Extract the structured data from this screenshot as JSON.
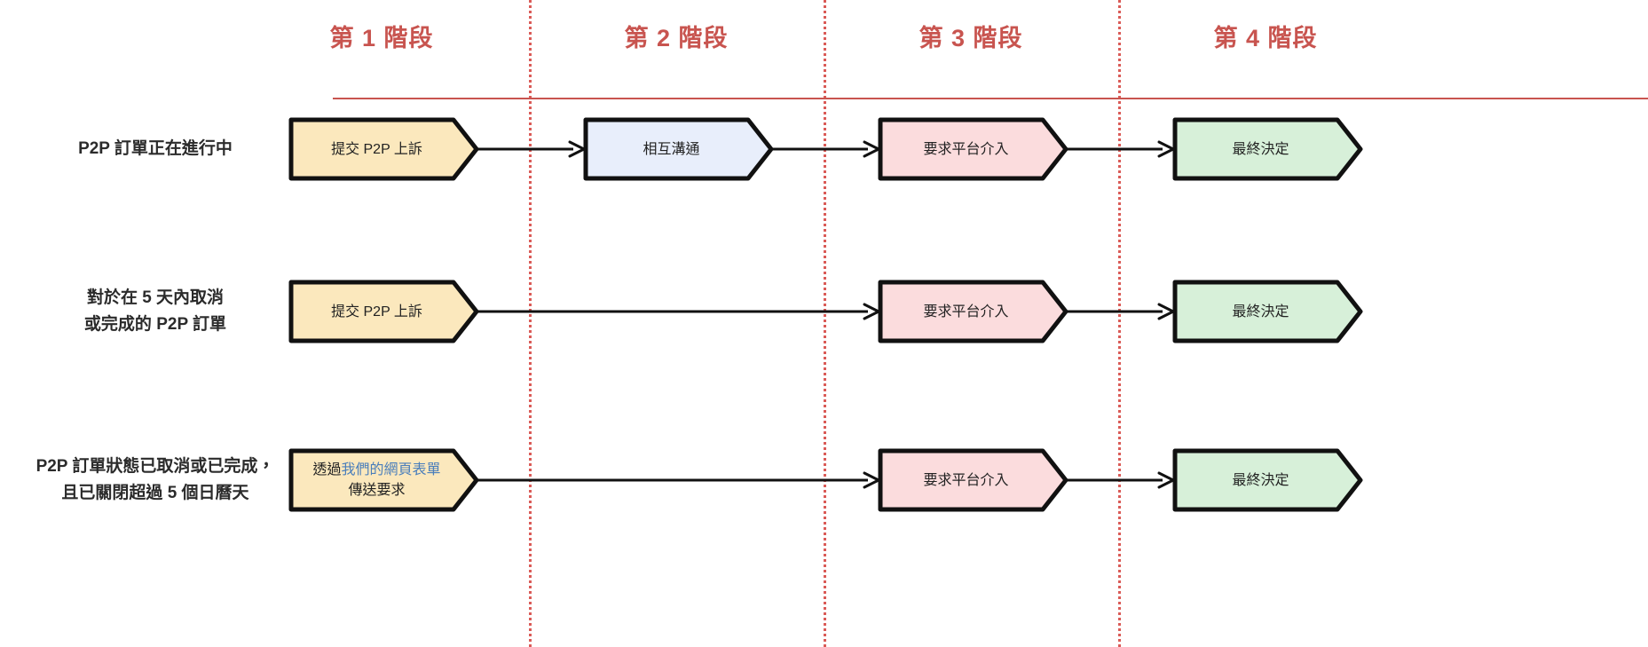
{
  "diagram": {
    "title_colors": {
      "stage_header": "#c8544f",
      "divider": "#d9534f",
      "link": "#4a7ebb",
      "outline": "#111111"
    },
    "stages": [
      {
        "label": "第 1 階段"
      },
      {
        "label": "第 2 階段"
      },
      {
        "label": "第 3 階段"
      },
      {
        "label": "第 4 階段"
      }
    ],
    "rows": [
      {
        "label_lines": [
          "P2P 訂單正在進行中"
        ],
        "steps": [
          {
            "text": "提交 P2P 上訴",
            "fill": "#fbe8bd",
            "stage": 1
          },
          {
            "text": "相互溝通",
            "fill": "#e8eefb",
            "stage": 2
          },
          {
            "text": "要求平台介入",
            "fill": "#fbdcdd",
            "stage": 3
          },
          {
            "text": "最終決定",
            "fill": "#d7f0d9",
            "stage": 4
          }
        ]
      },
      {
        "label_lines": [
          "對於在 5 天內取消",
          "或完成的 P2P 訂單"
        ],
        "steps": [
          {
            "text": "提交 P2P 上訴",
            "fill": "#fbe8bd",
            "stage": 1
          },
          {
            "text": "要求平台介入",
            "fill": "#fbdcdd",
            "stage": 3
          },
          {
            "text": "最終決定",
            "fill": "#d7f0d9",
            "stage": 4
          }
        ]
      },
      {
        "label_lines": [
          "P2P 訂單狀態已取消或已完成，",
          "且已關閉超過 5 個日曆天"
        ],
        "steps": [
          {
            "text_before": "透過",
            "link_text": "我們的網頁表單",
            "text_after": "傳送要求",
            "fill": "#fbe8bd",
            "stage": 1
          },
          {
            "text": "要求平台介入",
            "fill": "#fbdcdd",
            "stage": 3
          },
          {
            "text": "最終決定",
            "fill": "#d7f0d9",
            "stage": 4
          }
        ]
      }
    ]
  }
}
